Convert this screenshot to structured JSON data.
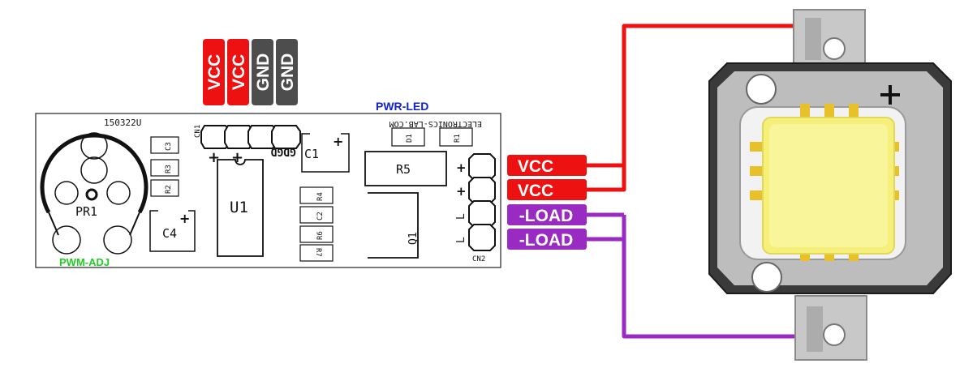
{
  "power_pins": {
    "p1": "VCC",
    "p2": "VCC",
    "p3": "GND",
    "p4": "GND"
  },
  "board": {
    "code": "150322U",
    "pwr_led_caption": "PWR-LED",
    "website": "ELECTRONICS-LAB.COM",
    "pwm_caption": "PWM-ADJ",
    "cn1": "CN1",
    "cn2": "CN2",
    "cn1_signs": "GDGD",
    "cn1_plus": "+",
    "cn2_plus": "+",
    "cn2_minus": "L",
    "parts": {
      "u1": "U1",
      "c1": "C1",
      "c4": "C4",
      "r5": "R5",
      "q1": "Q1",
      "pr1": "PR1",
      "c3": "C3",
      "r3": "R3",
      "r2": "R2",
      "r4": "R4",
      "c2": "C2",
      "r6": "R6",
      "r7": "R7",
      "d1": "D1",
      "r1": "R1"
    }
  },
  "output_labels": {
    "o1": "VCC",
    "o2": "VCC",
    "o3": "-LOAD",
    "o4": "-LOAD"
  },
  "colors": {
    "vcc": "#ee1111",
    "gnd": "#4d4d4d",
    "load": "#9a2bc2",
    "pwr_led_text": "#1122cc",
    "pwm_text": "#22cc22",
    "led_phosphor": "#f6f07a",
    "led_frame": "#3a3a3a",
    "led_pad": "#c8c8c8"
  }
}
